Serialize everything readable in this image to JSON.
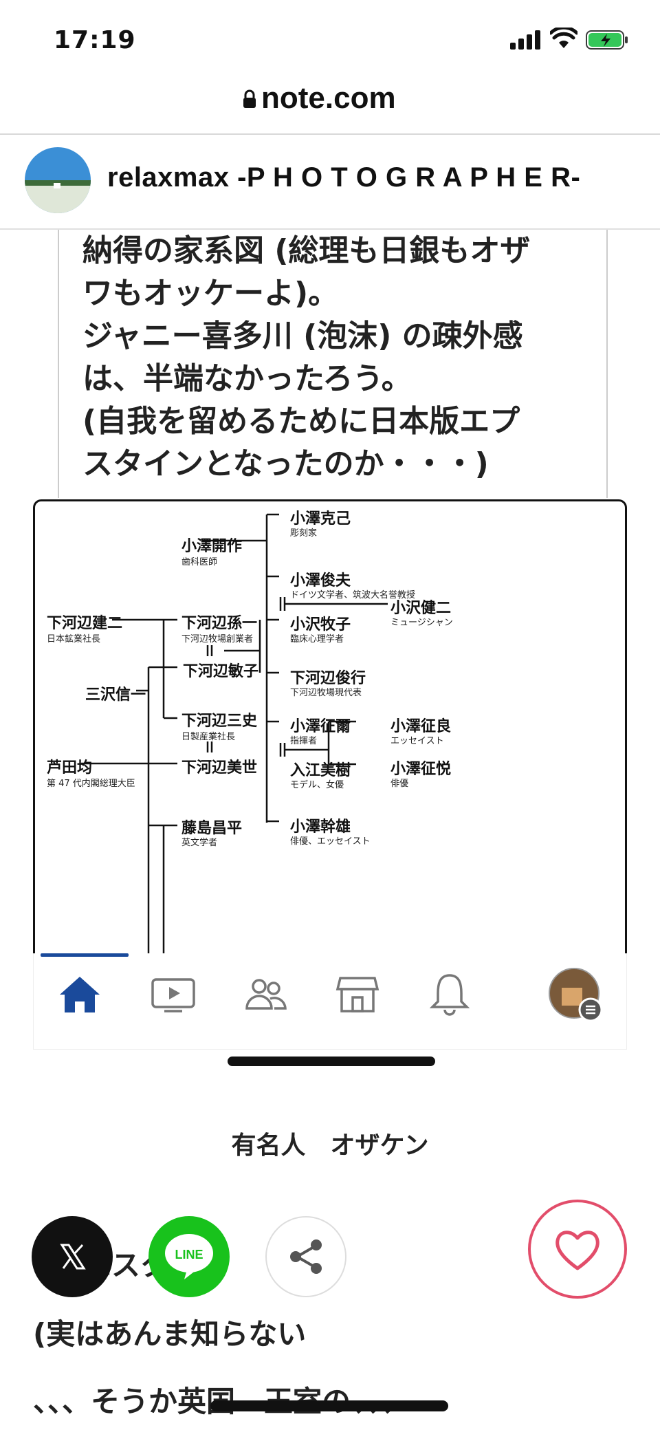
{
  "status_bar": {
    "time": "17:19"
  },
  "browser": {
    "url": "note.com"
  },
  "author": {
    "name": "relaxmax -P H O T O G R A P H E R-"
  },
  "embed": {
    "quote_lines": [
      "納得の家系図 (総理も日銀もオザ",
      "ワもオッケーよ)。",
      "ジャニー喜多川 (泡沫) の疎外感",
      "は、半端なかったろう。",
      "(自我を留めるために日本版エプ",
      "スタインとなったのか・・・)"
    ],
    "family_tree": {
      "people": [
        {
          "name": "小澤克己",
          "sub": "彫刻家"
        },
        {
          "name": "小澤開作",
          "sub": "歯科医師"
        },
        {
          "name": "小澤俊夫",
          "sub": "ドイツ文学者、筑波大名誉教授"
        },
        {
          "name": "小沢健二",
          "sub": "ミュージシャン"
        },
        {
          "name": "下河辺建二",
          "sub": "日本鉱業社長"
        },
        {
          "name": "下河辺孫一",
          "sub": "下河辺牧場創業者"
        },
        {
          "name": "小沢牧子",
          "sub": "臨床心理学者"
        },
        {
          "name": "下河辺敏子",
          "sub": ""
        },
        {
          "name": "三沢信一",
          "sub": ""
        },
        {
          "name": "下河辺俊行",
          "sub": "下河辺牧場現代表"
        },
        {
          "name": "下河辺三史",
          "sub": "日製産業社長"
        },
        {
          "name": "小澤征爾",
          "sub": "指揮者"
        },
        {
          "name": "小澤征良",
          "sub": "エッセイスト"
        },
        {
          "name": "芦田均",
          "sub": "第 47 代内閣総理大臣"
        },
        {
          "name": "下河辺美世",
          "sub": ""
        },
        {
          "name": "入江美樹",
          "sub": "モデル、女優"
        },
        {
          "name": "小澤征悦",
          "sub": "俳優"
        },
        {
          "name": "藤島昌平",
          "sub": "英文学者"
        },
        {
          "name": "小澤幹雄",
          "sub": "俳優、エッセイスト"
        }
      ]
    },
    "app_nav": [
      "home-icon",
      "video-icon",
      "people-icon",
      "shop-icon",
      "bell-icon",
      "profile-avatar"
    ]
  },
  "caption": "有名人　オザケン",
  "body_lines": [
    "エスタ？",
    "(実はあんま知らない",
    "、、、そうか英国　王室の、、、"
  ],
  "share": {
    "line_label": "LINE"
  },
  "colors": {
    "like": "#e24d6a",
    "line": "#18c21c",
    "nav_active": "#1a4a9b"
  }
}
